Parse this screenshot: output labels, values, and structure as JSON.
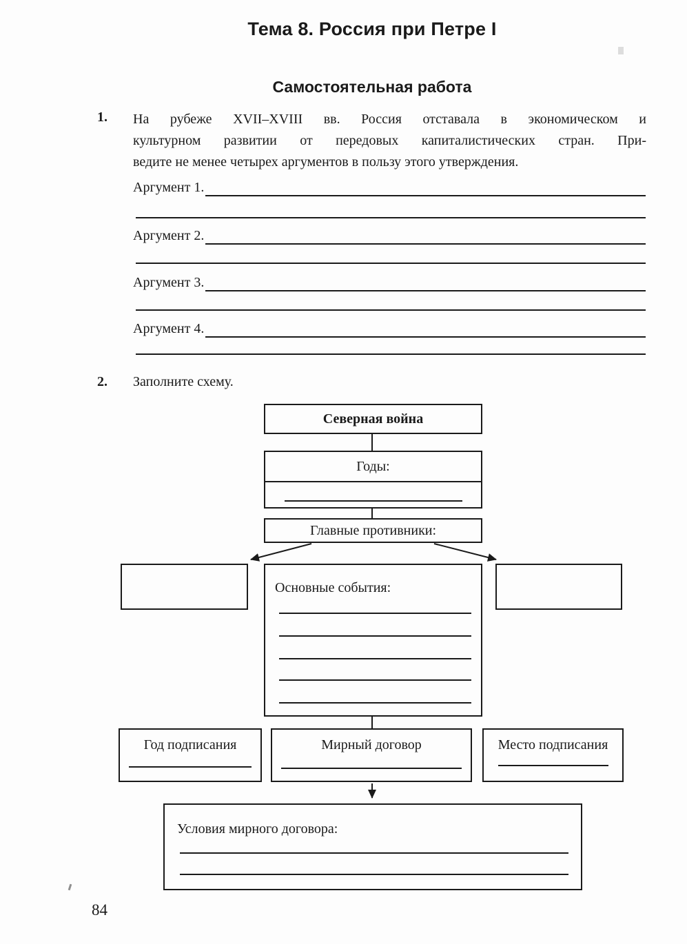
{
  "page": {
    "title": "Тема 8. Россия при Петре I",
    "subtitle": "Самостоятельная работа",
    "page_number": "84"
  },
  "task1": {
    "number": "1.",
    "lines": [
      "На рубеже XVII–XVIII вв. Россия отставала в экономическом и",
      "культурном развитии от передовых капиталистических стран. При-",
      "ведите не менее четырех аргументов в пользу этого утверждения."
    ],
    "arguments": [
      {
        "label": "Аргумент 1."
      },
      {
        "label": "Аргумент 2."
      },
      {
        "label": "Аргумент 3."
      },
      {
        "label": "Аргумент 4."
      }
    ]
  },
  "task2": {
    "number": "2.",
    "instruction": "Заполните схему.",
    "schema": {
      "war_title": "Северная война",
      "years_label": "Годы:",
      "opponents_label": "Главные противники:",
      "events_label": "Основные события:",
      "signing_year_label": "Год подписания",
      "treaty_label": "Мирный договор",
      "signing_place_label": "Место подписания",
      "conditions_label": "Условия мирного договора:"
    }
  },
  "colors": {
    "ink": "#1a1a1a",
    "paper": "#fdfdfd"
  }
}
